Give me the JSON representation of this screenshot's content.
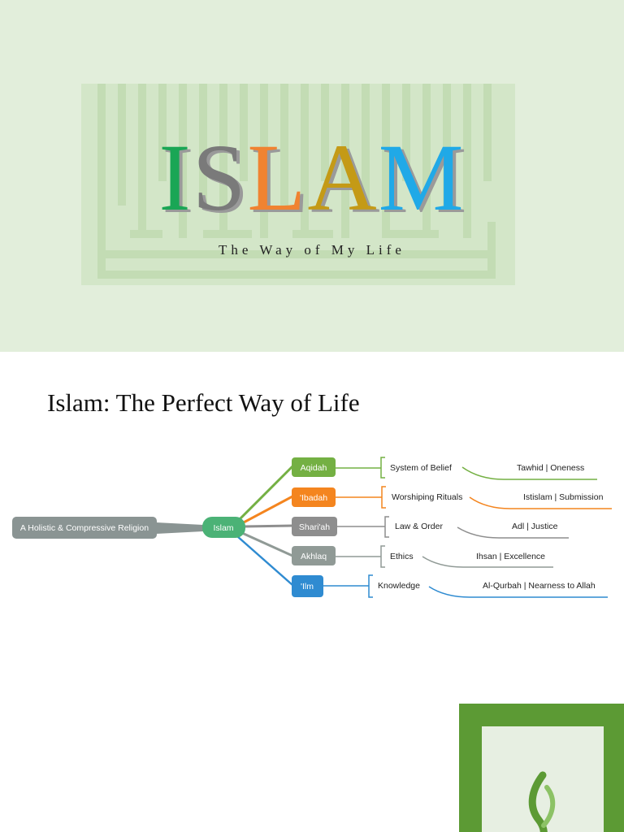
{
  "cover": {
    "letters": [
      {
        "char": "I",
        "color": "#1aa655"
      },
      {
        "char": "S",
        "color": "#7a7a7a"
      },
      {
        "char": "L",
        "color": "#f08331"
      },
      {
        "char": "A",
        "color": "#c49a16"
      },
      {
        "char": "M",
        "color": "#20a9e7"
      }
    ],
    "tagline": "The Way of My Life"
  },
  "slide": {
    "title": "Islam: The Perfect Way of Life",
    "root": "A Holistic & Compressive Religion",
    "center": "Islam",
    "branches": [
      {
        "name": "Aqidah",
        "color": "#74b043",
        "meaning": "System of Belief",
        "concept": "Tawhid | Oneness"
      },
      {
        "name": "'Ibadah",
        "color": "#f4851f",
        "meaning": "Worshiping Rituals",
        "concept": "Istislam | Submission"
      },
      {
        "name": "Shari'ah",
        "color": "#8e8e8e",
        "meaning": "Law  & Order",
        "concept": "Adl | Justice"
      },
      {
        "name": "Akhlaq",
        "color": "#909a96",
        "meaning": "Ethics",
        "concept": "Ihsan | Excellence"
      },
      {
        "name": "'Ilm",
        "color": "#2f8bd1",
        "meaning": "Knowledge",
        "concept": "Al-Qurbah | Nearness to Allah"
      }
    ]
  }
}
